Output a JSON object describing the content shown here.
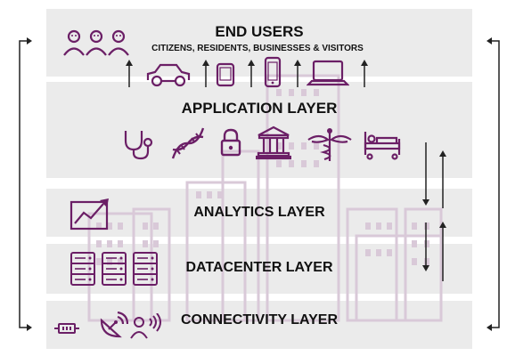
{
  "layers": {
    "end_users": {
      "title": "END USERS",
      "subtitle": "CITIZENS, RESIDENTS, BUSINESSES & VISITORS"
    },
    "application": {
      "title": "APPLICATION LAYER"
    },
    "analytics": {
      "title": "ANALYTICS LAYER"
    },
    "datacenter": {
      "title": "DATACENTER LAYER"
    },
    "connectivity": {
      "title": "CONNECTIVITY LAYER"
    }
  },
  "icons": {
    "end_users": [
      "people-group-icon",
      "car-icon",
      "tablet-icon",
      "smartphone-icon",
      "laptop-icon"
    ],
    "application": [
      "stethoscope-icon",
      "dna-icon",
      "padlock-icon",
      "government-building-icon",
      "caduceus-icon",
      "hospital-bed-icon"
    ],
    "analytics": [
      "line-chart-icon"
    ],
    "datacenter": [
      "server-rack-icon"
    ],
    "connectivity": [
      "network-connector-icon",
      "satellite-dish-icon",
      "user-signal-icon"
    ]
  },
  "colors": {
    "accent": "#6b1f66",
    "band": "#ebebeb",
    "city_outline": "#d9c9d8",
    "arrow": "#222222"
  }
}
